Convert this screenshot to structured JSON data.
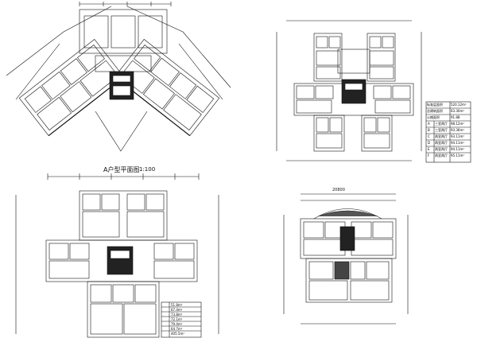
{
  "sheet": {
    "bottom_left_title": "A户型平面图",
    "bottom_left_scale": "1:100",
    "bottom_right_top_dim": "20800"
  },
  "top_right_table": {
    "rows": [
      [
        "标准层面积",
        "520.12m²"
      ],
      [
        "总建筑面积",
        "63.30m²"
      ],
      [
        "公摊面积",
        "91.88"
      ],
      [
        "A",
        "三室两厅",
        "98.12m²"
      ],
      [
        "B",
        "三室两厅",
        "93.36m²"
      ],
      [
        "C",
        "两室两厅",
        "93.11m²"
      ],
      [
        "D",
        "两室两厅",
        "94.11m²"
      ],
      [
        "E",
        "两室两厅",
        "94.11m²"
      ],
      [
        "F",
        "两室两厅",
        "95.11m²"
      ]
    ]
  },
  "bottom_left_table": {
    "rows": [
      "51.8m²",
      "67.4m²",
      "73.8m²",
      "72.1m²",
      "79.4m²",
      "64.7m²",
      "405.5m²"
    ]
  },
  "colors": {
    "line": "#111111",
    "bg": "#ffffff",
    "hatch": "#333333"
  }
}
